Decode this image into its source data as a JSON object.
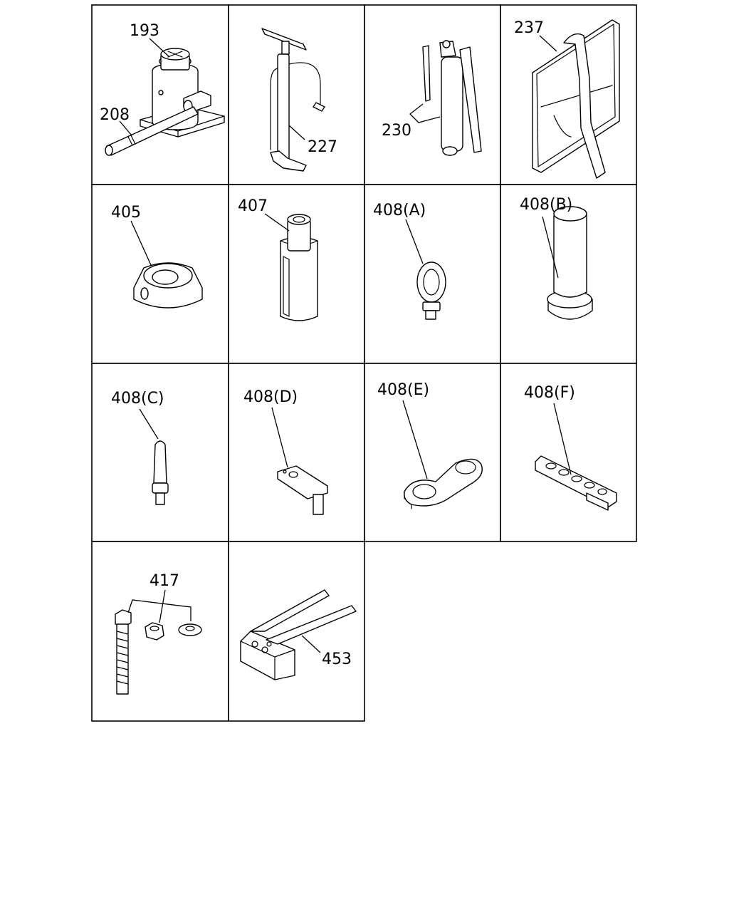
{
  "grid": {
    "columns": 4,
    "rows": 4
  },
  "cells": [
    {
      "label": "193",
      "second_label": "208",
      "icon": "bottle-jack-icon"
    },
    {
      "label": "227",
      "icon": "tire-pump-icon"
    },
    {
      "label": "230",
      "icon": "grease-gun-icon"
    },
    {
      "label": "237",
      "icon": "tool-bag-icon"
    },
    {
      "label": "405",
      "icon": "collar-icon"
    },
    {
      "label": "407",
      "icon": "sleeve-tool-icon"
    },
    {
      "label": "408(A)",
      "icon": "eye-bolt-icon"
    },
    {
      "label": "408(B)",
      "icon": "cap-icon"
    },
    {
      "label": "408(C)",
      "icon": "pin-icon"
    },
    {
      "label": "408(D)",
      "icon": "plate-pin-icon"
    },
    {
      "label": "408(E)",
      "icon": "double-ring-plate-icon"
    },
    {
      "label": "408(F)",
      "icon": "hole-bar-icon"
    },
    {
      "label": "417",
      "icon": "bolt-nut-washer-icon"
    },
    {
      "label": "453",
      "icon": "fork-bracket-icon"
    }
  ]
}
